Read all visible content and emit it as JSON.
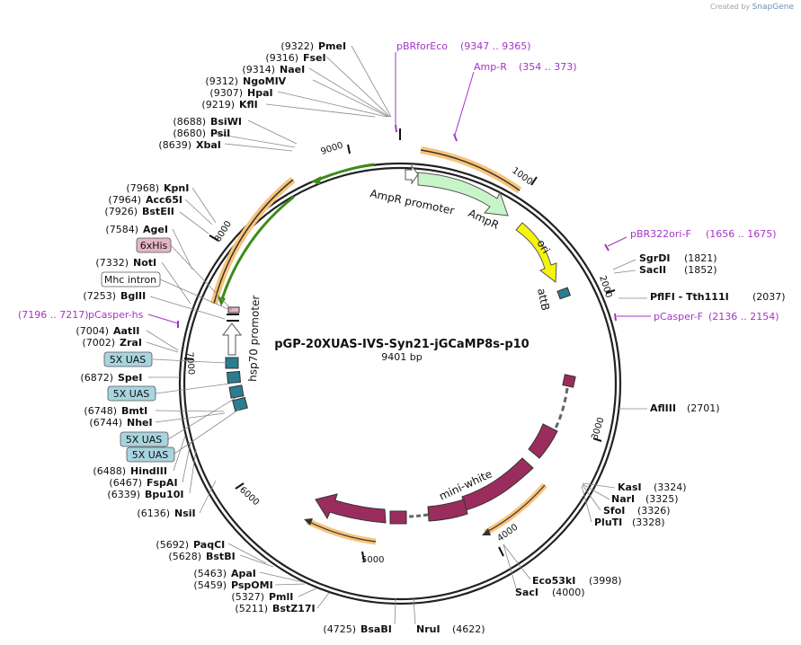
{
  "watermark": {
    "prefix": "Created by",
    "brand": "SnapGene"
  },
  "plasmid": {
    "name": "pGP-20XUAS-IVS-Syn21-jGCaMP8s-p10",
    "length_label": "9401 bp",
    "length": 9401
  },
  "ticks": [
    "1000",
    "2000",
    "3000",
    "4000",
    "5000",
    "6000",
    "7000",
    "8000",
    "9000"
  ],
  "sites_right": [
    {
      "pos": "(1821)",
      "name": "SgrDI"
    },
    {
      "pos": "(1852)",
      "name": "SacII"
    },
    {
      "pos": "(2037)",
      "name": "PflFI  - Tth111I"
    },
    {
      "pos": "(2701)",
      "name": "AflIII"
    },
    {
      "pos": "(3324)",
      "name": "KasI"
    },
    {
      "pos": "(3325)",
      "name": "NarI"
    },
    {
      "pos": "(3326)",
      "name": "SfoI"
    },
    {
      "pos": "(3328)",
      "name": "PluTI"
    },
    {
      "pos": "(3998)",
      "name": "Eco53kI"
    },
    {
      "pos": "(4000)",
      "name": "SacI"
    },
    {
      "pos": "(4622)",
      "name": "NruI"
    }
  ],
  "sites_left": [
    {
      "pos": "(9322)",
      "name": "PmeI"
    },
    {
      "pos": "(9316)",
      "name": "FseI"
    },
    {
      "pos": "(9314)",
      "name": "NaeI"
    },
    {
      "pos": "(9312)",
      "name": "NgoMIV"
    },
    {
      "pos": "(9307)",
      "name": "HpaI"
    },
    {
      "pos": "(9219)",
      "name": "KflI"
    },
    {
      "pos": "(8688)",
      "name": "BsiWI"
    },
    {
      "pos": "(8680)",
      "name": "PsiI"
    },
    {
      "pos": "(8639)",
      "name": "XbaI"
    },
    {
      "pos": "(7968)",
      "name": "KpnI"
    },
    {
      "pos": "(7964)",
      "name": "Acc65I"
    },
    {
      "pos": "(7926)",
      "name": "BstEII"
    },
    {
      "pos": "(7584)",
      "name": "AgeI"
    },
    {
      "pos": "(7332)",
      "name": "NotI"
    },
    {
      "pos": "(7253)",
      "name": "BglII"
    },
    {
      "pos": "(7004)",
      "name": "AatII"
    },
    {
      "pos": "(7002)",
      "name": "ZraI"
    },
    {
      "pos": "(6872)",
      "name": "SpeI"
    },
    {
      "pos": "(6748)",
      "name": "BmtI"
    },
    {
      "pos": "(6744)",
      "name": "NheI"
    },
    {
      "pos": "(6488)",
      "name": "HindIII"
    },
    {
      "pos": "(6467)",
      "name": "FspAI"
    },
    {
      "pos": "(6339)",
      "name": "Bpu10I"
    },
    {
      "pos": "(6136)",
      "name": "NsiI"
    },
    {
      "pos": "(5692)",
      "name": "PaqCI"
    },
    {
      "pos": "(5628)",
      "name": "BstBI"
    },
    {
      "pos": "(5463)",
      "name": "ApaI"
    },
    {
      "pos": "(5459)",
      "name": "PspOMI"
    },
    {
      "pos": "(5327)",
      "name": "PmlI"
    },
    {
      "pos": "(5211)",
      "name": "BstZ17I"
    },
    {
      "pos": "(4725)",
      "name": "BsaBI"
    }
  ],
  "primers": [
    {
      "name": "pBRforEco",
      "range": "(9347 .. 9365)"
    },
    {
      "name": "Amp-R",
      "range": "(354 .. 373)"
    },
    {
      "name": "pBR322ori-F",
      "range": "(1656 .. 1675)"
    },
    {
      "name": "pCasper-F",
      "range": "(2136 .. 2154)"
    },
    {
      "name": "pCasper-hs",
      "range": "(7196 .. 7217)"
    }
  ],
  "features": {
    "ampr_promoter": "AmpR promoter",
    "ampr": "AmpR",
    "ori": "ori",
    "attb": "attB",
    "mini_white": "mini-white",
    "hsp70_promoter": "hsp70 promoter"
  },
  "tags": {
    "his": "6xHis",
    "mhc": "Mhc intron",
    "uas1": "5X UAS",
    "uas2": "5X UAS",
    "uas3": "5X UAS",
    "uas4": "5X UAS"
  },
  "colors": {
    "backbone": "#222222",
    "ampr": "#c8f5c8",
    "ori": "#f5f50a",
    "mini_white": "#9b2d5e",
    "uas_box": "#2a7e8f",
    "orange_arc": "#f2a73a",
    "green_arc": "#3d8b1a",
    "primer": "#a533c9",
    "uas_label_bg": "#a8d4df",
    "his_label_bg": "#e4b5c6"
  }
}
